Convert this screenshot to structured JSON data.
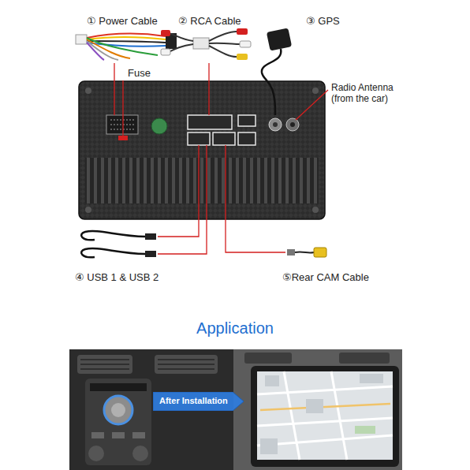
{
  "diagram": {
    "title": "Application",
    "nodes": [
      {
        "text": [
          "After Installation"
        ]
      }
    ],
    "labels": [
      "① Power Cable",
      "② RCA Cable",
      "③ GPS",
      "Fuse",
      "Radio Antenna (from the car)",
      "④ USB 1 & USB 2",
      "⑤Rear CAM Cable"
    ]
  }
}
